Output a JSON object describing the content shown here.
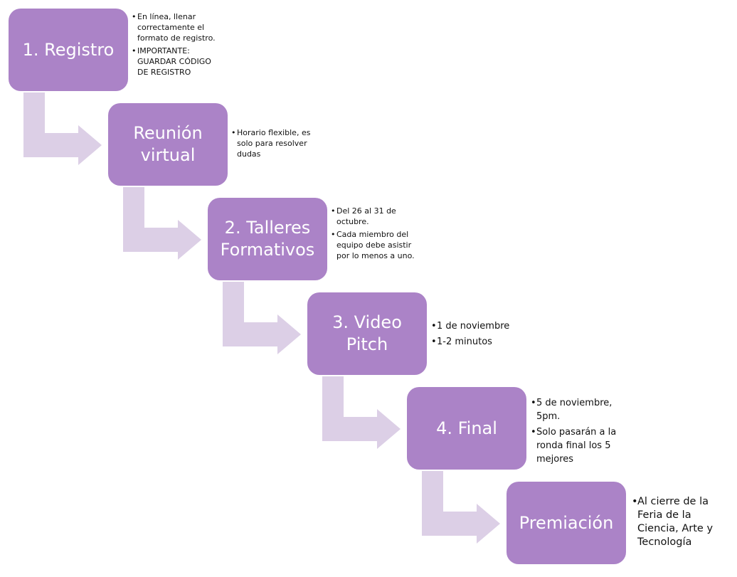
{
  "colors": {
    "step_box": "#ab83c7",
    "arrow": "#dccfe6",
    "step_text": "#ffffff",
    "note_text": "#111111"
  },
  "steps": [
    {
      "label": "1. Registro",
      "notes": [
        "En línea, llenar correctamente el formato de registro.",
        "IMPORTANTE: GUARDAR CÓDIGO DE REGISTRO"
      ]
    },
    {
      "label": "Reunión\nvirtual",
      "notes": [
        "Horario flexible, es solo para resolver dudas"
      ]
    },
    {
      "label": "2. Talleres\nFormativos",
      "notes": [
        "Del 26 al 31 de octubre.",
        "Cada miembro del equipo debe asistir por lo menos a uno."
      ]
    },
    {
      "label": "3. Video\nPitch",
      "notes": [
        "1 de noviembre",
        "1-2 minutos"
      ]
    },
    {
      "label": "4. Final",
      "notes": [
        "5 de noviembre, 5pm.",
        "Solo pasarán a la ronda final los 5 mejores"
      ]
    },
    {
      "label": "Premiación",
      "notes": [
        "Al cierre de la Feria de la Ciencia, Arte y Tecnología"
      ]
    }
  ]
}
